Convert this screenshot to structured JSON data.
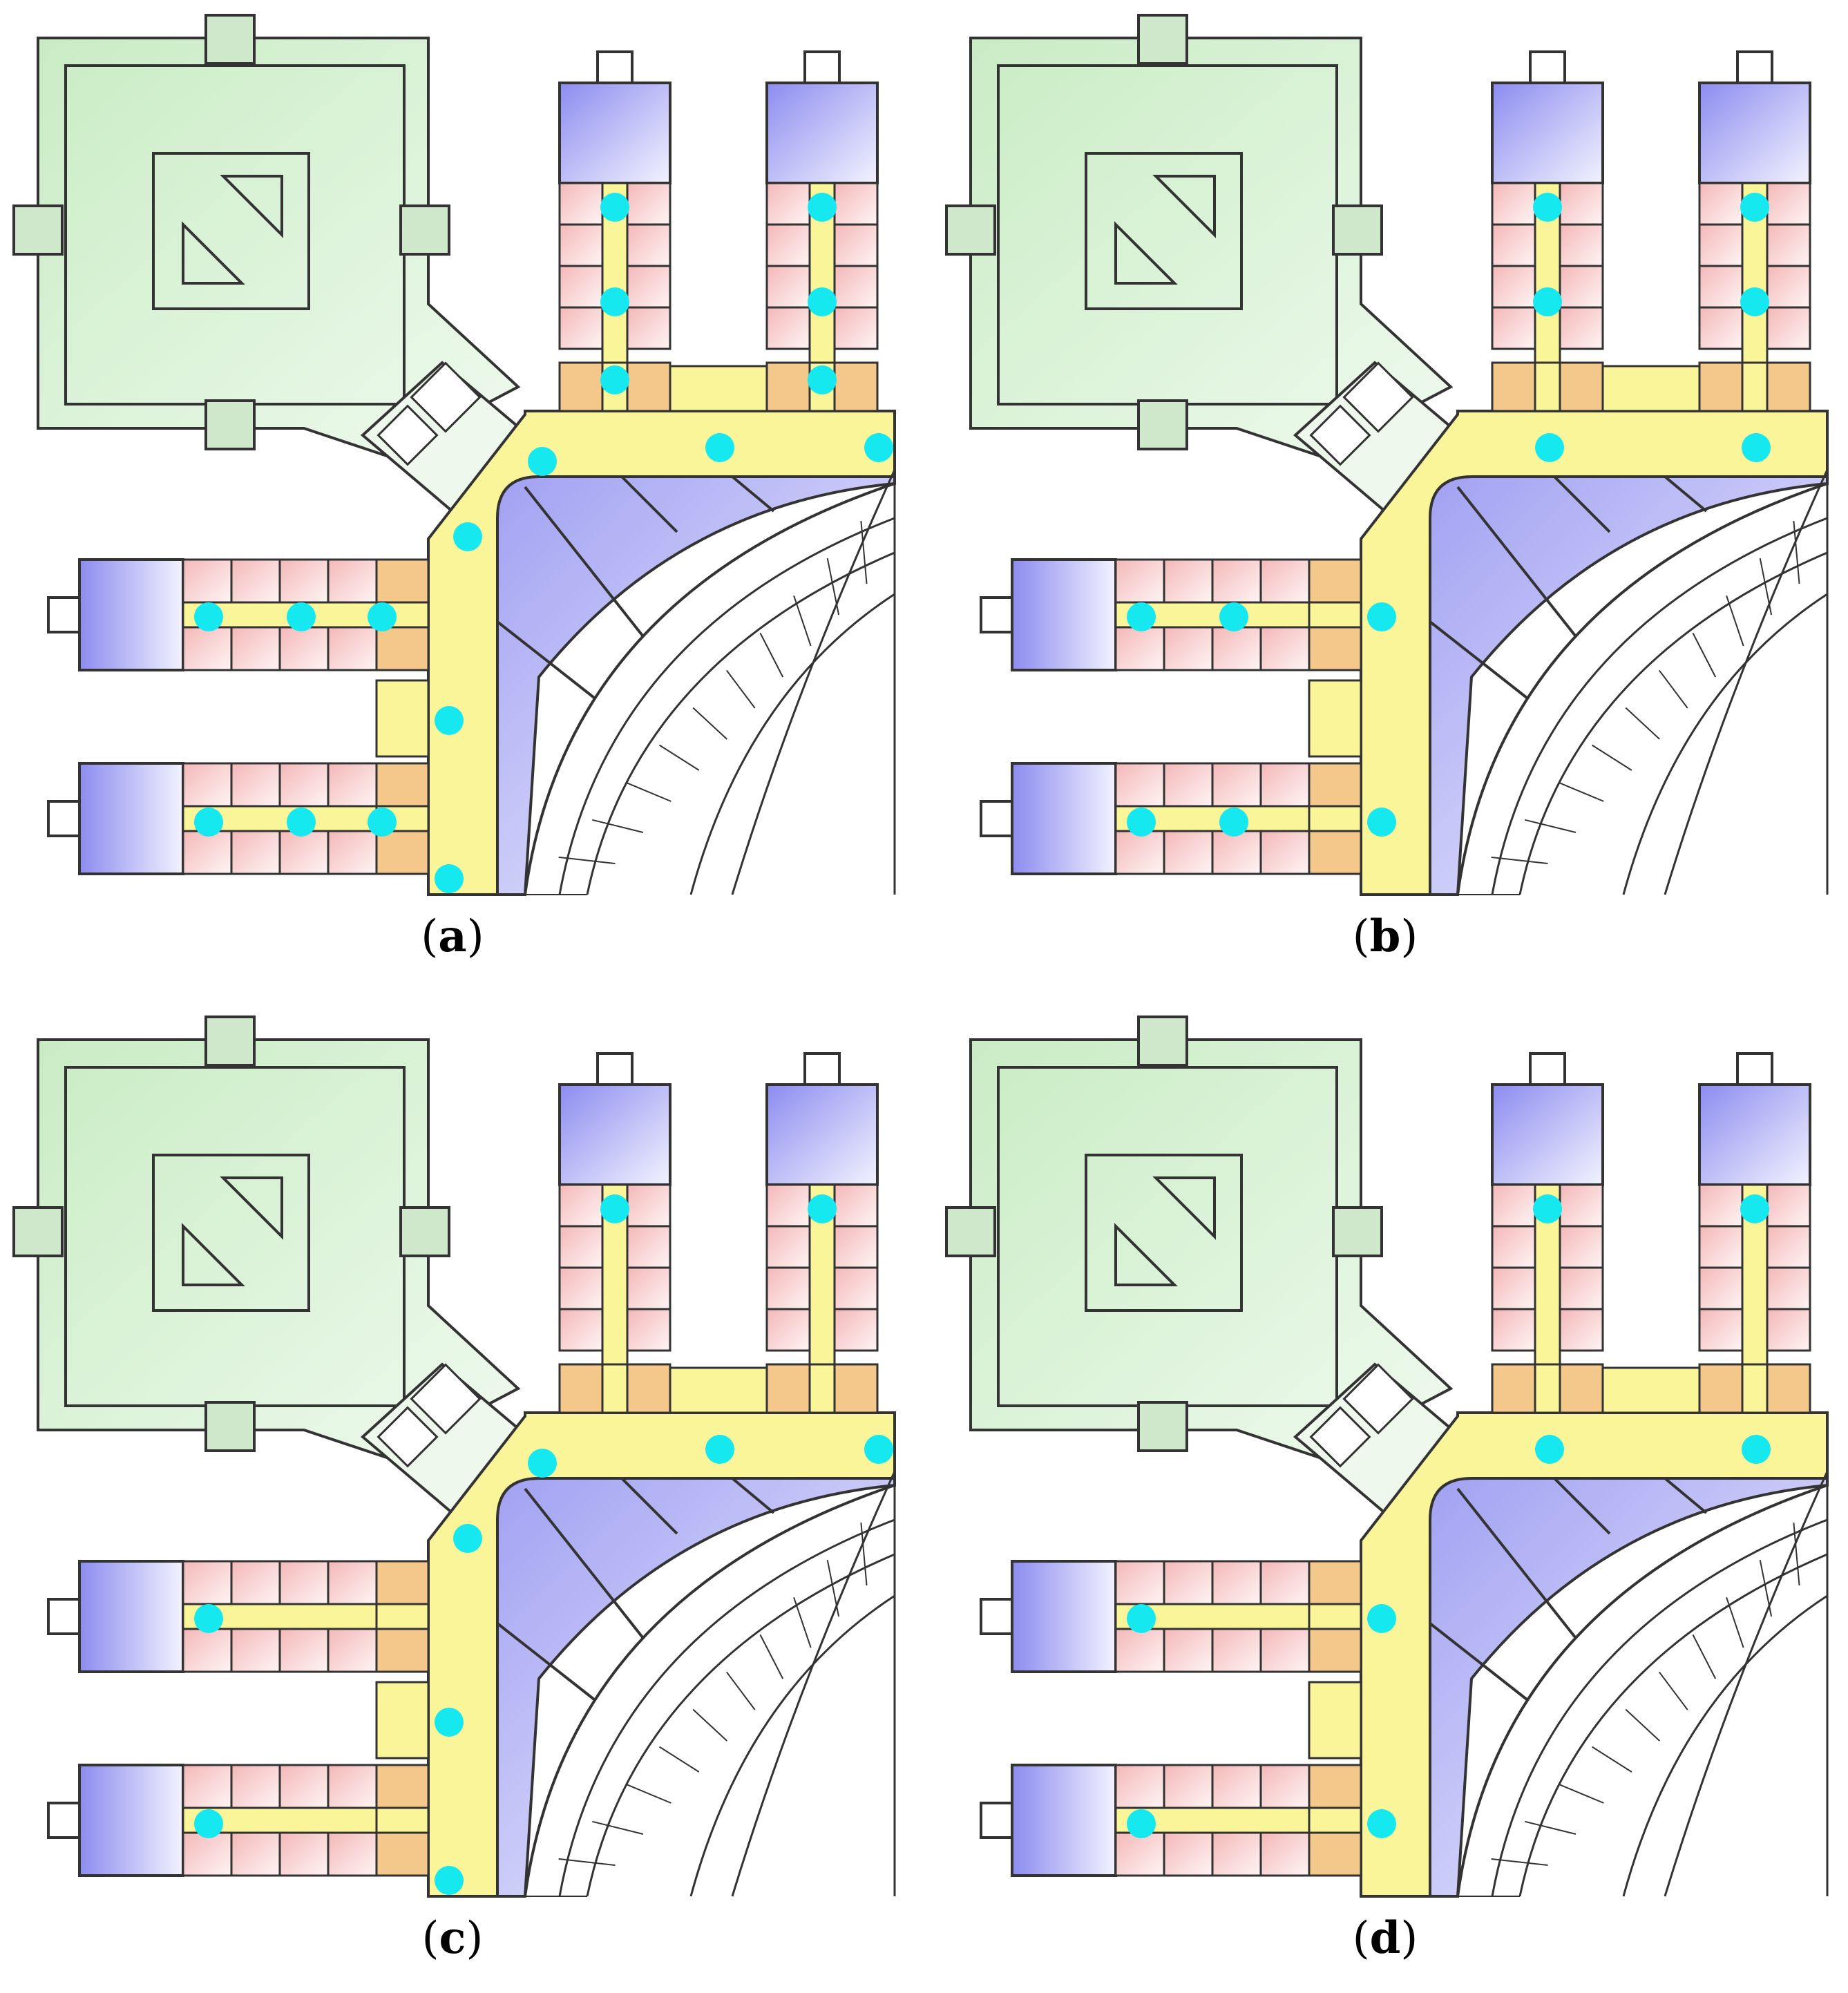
{
  "figure": {
    "panels": [
      {
        "id": "a",
        "caption_open": "(",
        "caption_letter": "a",
        "caption_close": ")",
        "sensors": "a"
      },
      {
        "id": "b",
        "caption_open": "(",
        "caption_letter": "b",
        "caption_close": ")",
        "sensors": "b"
      },
      {
        "id": "c",
        "caption_open": "(",
        "caption_letter": "c",
        "caption_close": ")",
        "sensors": "c"
      },
      {
        "id": "d",
        "caption_open": "(",
        "caption_letter": "d",
        "caption_close": ")",
        "sensors": "d"
      }
    ]
  },
  "colors": {
    "green_area": "#d8f0d4",
    "blue_room": "#8c8cf0",
    "red_room": "#f4b8b8",
    "yellow_corridor": "#fbf59a",
    "orange_room": "#f3c88a",
    "sensor": "#16e8ef",
    "wall": "#333333"
  },
  "sensor_sets": {
    "a": [
      "north-wing-1-top",
      "north-wing-1-mid",
      "north-wing-1-bottom",
      "north-wing-2-top",
      "north-wing-2-mid",
      "north-wing-2-bottom",
      "corridor-north-1",
      "corridor-north-2",
      "corridor-north-3",
      "corridor-corner",
      "west-wing-1-far",
      "west-wing-1-mid",
      "west-wing-1-near",
      "corridor-west-1",
      "west-wing-2-far",
      "west-wing-2-mid",
      "west-wing-2-near",
      "corridor-west-2"
    ],
    "b": [
      "north-wing-1-top",
      "north-wing-1-mid",
      "north-wing-2-top",
      "north-wing-2-mid",
      "corridor-north-a",
      "corridor-north-b",
      "west-wing-1-far",
      "west-wing-1-mid",
      "corridor-west-a",
      "west-wing-2-far",
      "west-wing-2-mid",
      "corridor-west-b"
    ],
    "c": [
      "north-wing-1-top",
      "north-wing-2-top",
      "corridor-north-1",
      "corridor-north-2",
      "corridor-north-3",
      "corridor-corner",
      "west-wing-1-far",
      "corridor-west-1",
      "west-wing-2-far",
      "corridor-west-2"
    ],
    "d": [
      "north-wing-1-top",
      "north-wing-2-top",
      "corridor-north-a",
      "corridor-north-b",
      "west-wing-1-far",
      "corridor-west-a",
      "west-wing-2-far",
      "corridor-west-b"
    ]
  }
}
